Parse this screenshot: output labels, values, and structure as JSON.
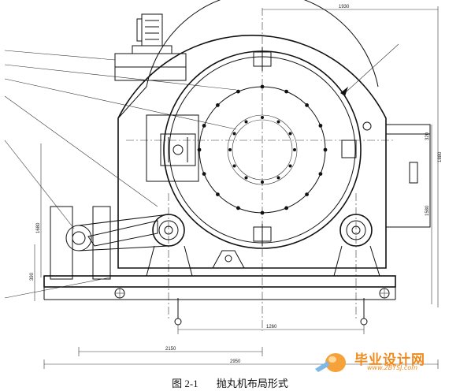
{
  "figure": {
    "number": "图 2-1",
    "title": "抛丸机布局形式"
  },
  "dimensions": {
    "top_total": "1930",
    "right_height": "1880",
    "right_upper": "320",
    "right_mid": "1580",
    "left_height": "1680",
    "left_lower": "390",
    "bottom_inner": "1260",
    "bottom_mid": "2150",
    "bottom_total": "2950"
  },
  "watermark": {
    "title": "毕业设计网",
    "url": "www.2BYSJ.com",
    "accent": "#f08a1c"
  }
}
